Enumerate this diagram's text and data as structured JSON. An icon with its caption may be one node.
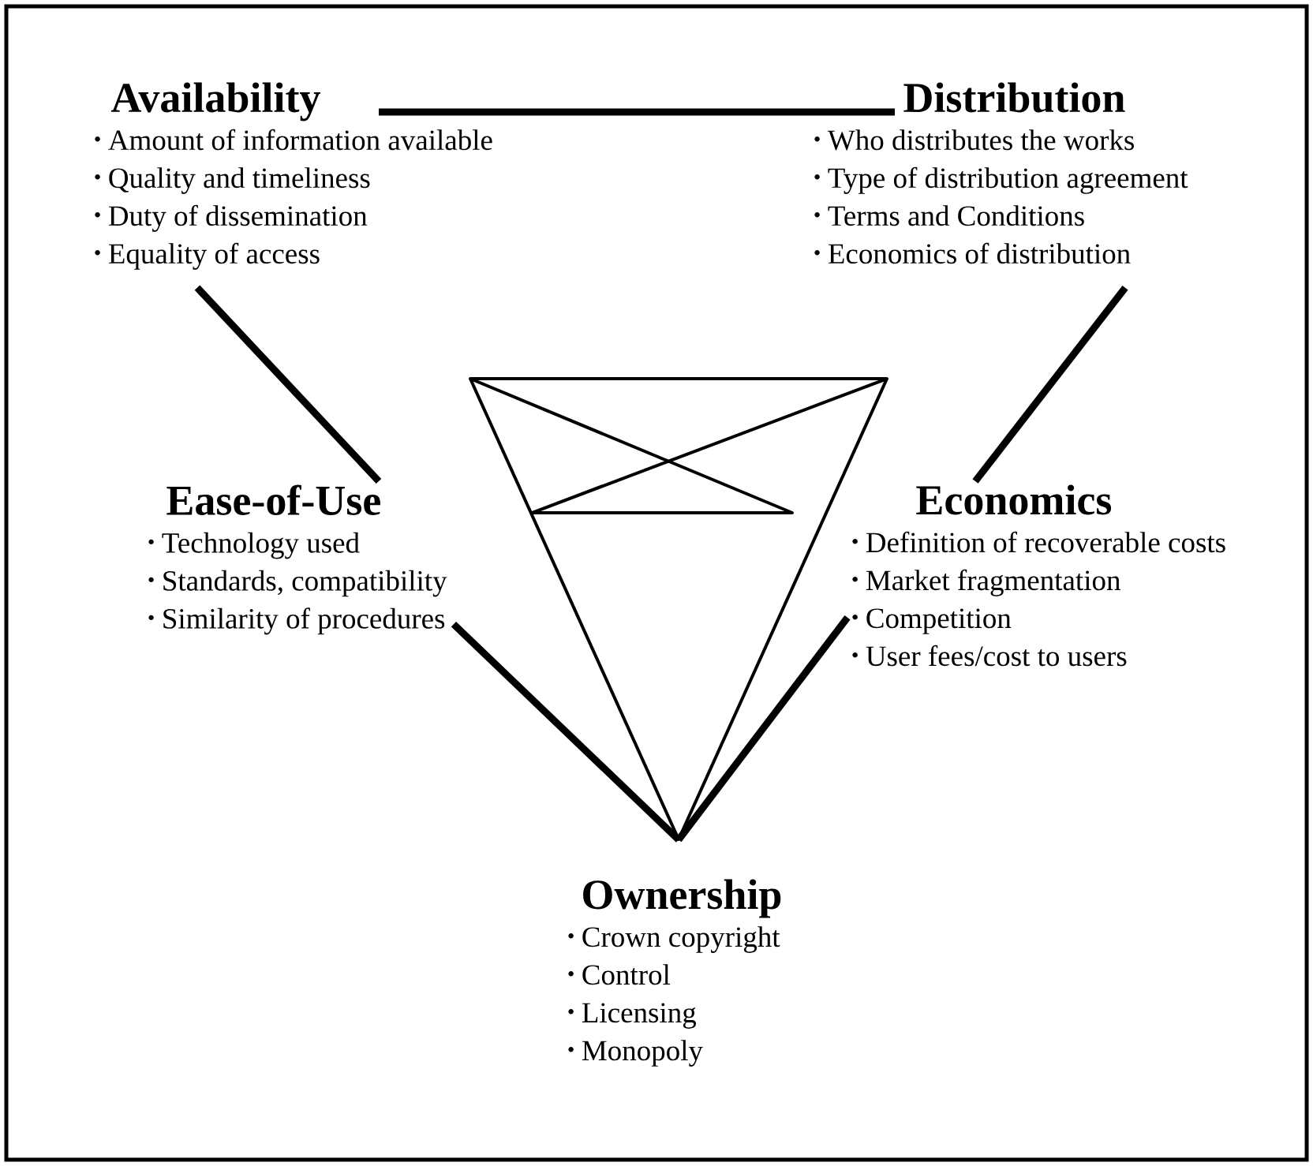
{
  "diagram": {
    "nodes": [
      {
        "text": [
          "Availability",
          "Amount of information available",
          "Quality and timeliness",
          "Duty of dissemination",
          "Equality of access"
        ]
      },
      {
        "text": [
          "Distribution",
          "Who distributes the works",
          "Type of distribution agreement",
          "Terms and Conditions",
          "Economics of distribution"
        ]
      },
      {
        "text": [],
        "shape": "triangle"
      },
      {
        "text": [
          "Ease-of-Use",
          "Technology used",
          "Standards, compatibility",
          "Similarity of procedures"
        ]
      },
      {
        "text": [
          "Economics",
          "Definition of recoverable costs",
          "Market fragmentation",
          "Competition",
          "User fees/cost to users"
        ]
      },
      {
        "text": [
          "Ownership",
          "Crown copyright",
          "Control",
          "Licensing",
          "Monopoly"
        ]
      }
    ],
    "edges": [
      {
        "from": 0,
        "to": 1,
        "arrow": "none"
      },
      {
        "from": 0,
        "to": 3,
        "arrow": "none"
      },
      {
        "from": 1,
        "to": 4,
        "arrow": "none"
      },
      {
        "from": 3,
        "to": 2,
        "arrow": "none"
      },
      {
        "from": 4,
        "to": 2,
        "arrow": "none"
      }
    ]
  }
}
